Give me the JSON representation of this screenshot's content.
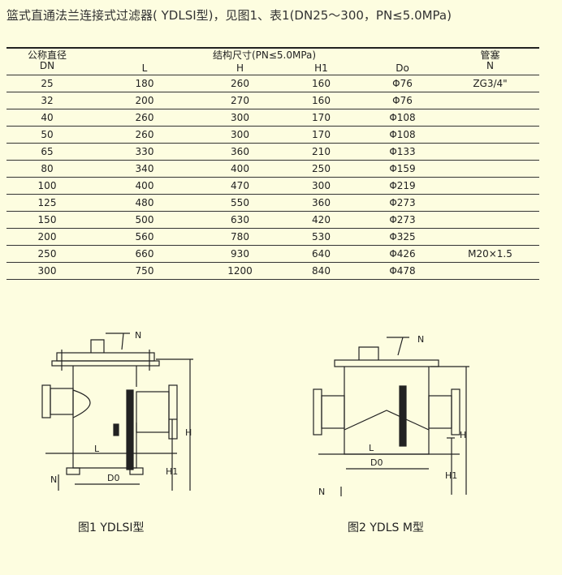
{
  "title": "篮式直通法兰连接式过滤器( YDLSⅠ型)，见图1、表1(DN25～300，PN≤5.0MPa)",
  "table": {
    "header_top": [
      "公称直径",
      "结构尺寸(PN≤5.0MPa)",
      "管塞"
    ],
    "header_bottom": [
      "DN",
      "L",
      "H",
      "H1",
      "Do",
      "N"
    ],
    "rows": [
      [
        "25",
        "180",
        "260",
        "160",
        "Φ76",
        "ZG3/4\""
      ],
      [
        "32",
        "200",
        "270",
        "160",
        "Φ76",
        ""
      ],
      [
        "40",
        "260",
        "300",
        "170",
        "Φ108",
        ""
      ],
      [
        "50",
        "260",
        "300",
        "170",
        "Φ108",
        ""
      ],
      [
        "65",
        "330",
        "360",
        "210",
        "Φ133",
        ""
      ],
      [
        "80",
        "340",
        "400",
        "250",
        "Φ159",
        ""
      ],
      [
        "100",
        "400",
        "470",
        "300",
        "Φ219",
        ""
      ],
      [
        "125",
        "480",
        "550",
        "360",
        "Φ273",
        ""
      ],
      [
        "150",
        "500",
        "630",
        "420",
        "Φ273",
        ""
      ],
      [
        "200",
        "560",
        "780",
        "530",
        "Φ325",
        ""
      ],
      [
        "250",
        "660",
        "930",
        "640",
        "Φ426",
        "M20×1.5"
      ],
      [
        "300",
        "750",
        "1200",
        "840",
        "Φ478",
        ""
      ]
    ]
  },
  "figure1": {
    "caption": "图1 YDLSⅠ型",
    "labels": {
      "n_top": "N",
      "n_bottom": "N",
      "l": "L",
      "h": "H",
      "h1": "H1",
      "d0": "D0"
    }
  },
  "figure2": {
    "caption": "图2  YDLS M型",
    "labels": {
      "n_top": "N",
      "n_bottom": "N",
      "l": "L",
      "h": "H",
      "h1": "H1",
      "d0": "D0"
    }
  }
}
